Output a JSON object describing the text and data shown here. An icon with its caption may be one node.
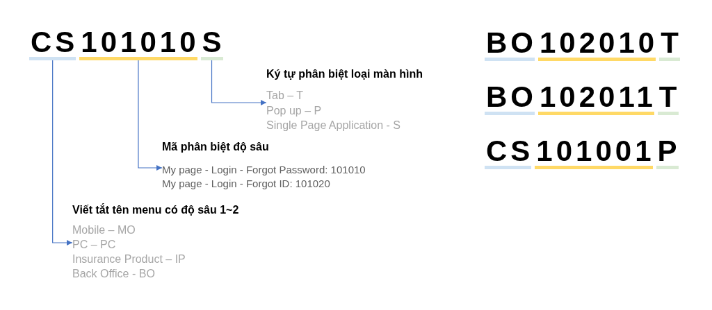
{
  "diagram": {
    "nodes": [
      {
        "text": [
          "CS"
        ]
      },
      {
        "text": [
          "101010"
        ]
      },
      {
        "text": [
          "S"
        ]
      },
      {
        "text": [
          "Ký tự phân biệt loại màn hình",
          "Tab – T",
          "Pop up – P",
          "Single Page Application - S"
        ]
      },
      {
        "text": [
          "Mã phân biệt độ sâu",
          "My page - Login - Forgot Password: 101010",
          "My page - Login - Forgot ID: 101020"
        ]
      },
      {
        "text": [
          "Viết tắt tên menu có độ sâu 1~2",
          "Mobile – MO",
          "PC – PC",
          "Insurance Product – IP",
          "Back Office - BO"
        ]
      }
    ],
    "edges": [
      {
        "from": 0,
        "to": 5,
        "arrow": "to"
      },
      {
        "from": 1,
        "to": 4,
        "arrow": "to"
      },
      {
        "from": 2,
        "to": 3,
        "arrow": "to"
      }
    ],
    "labels": [
      "BO",
      "102010",
      "T",
      "BO",
      "102011",
      "T",
      "CS",
      "101001",
      "P"
    ]
  }
}
